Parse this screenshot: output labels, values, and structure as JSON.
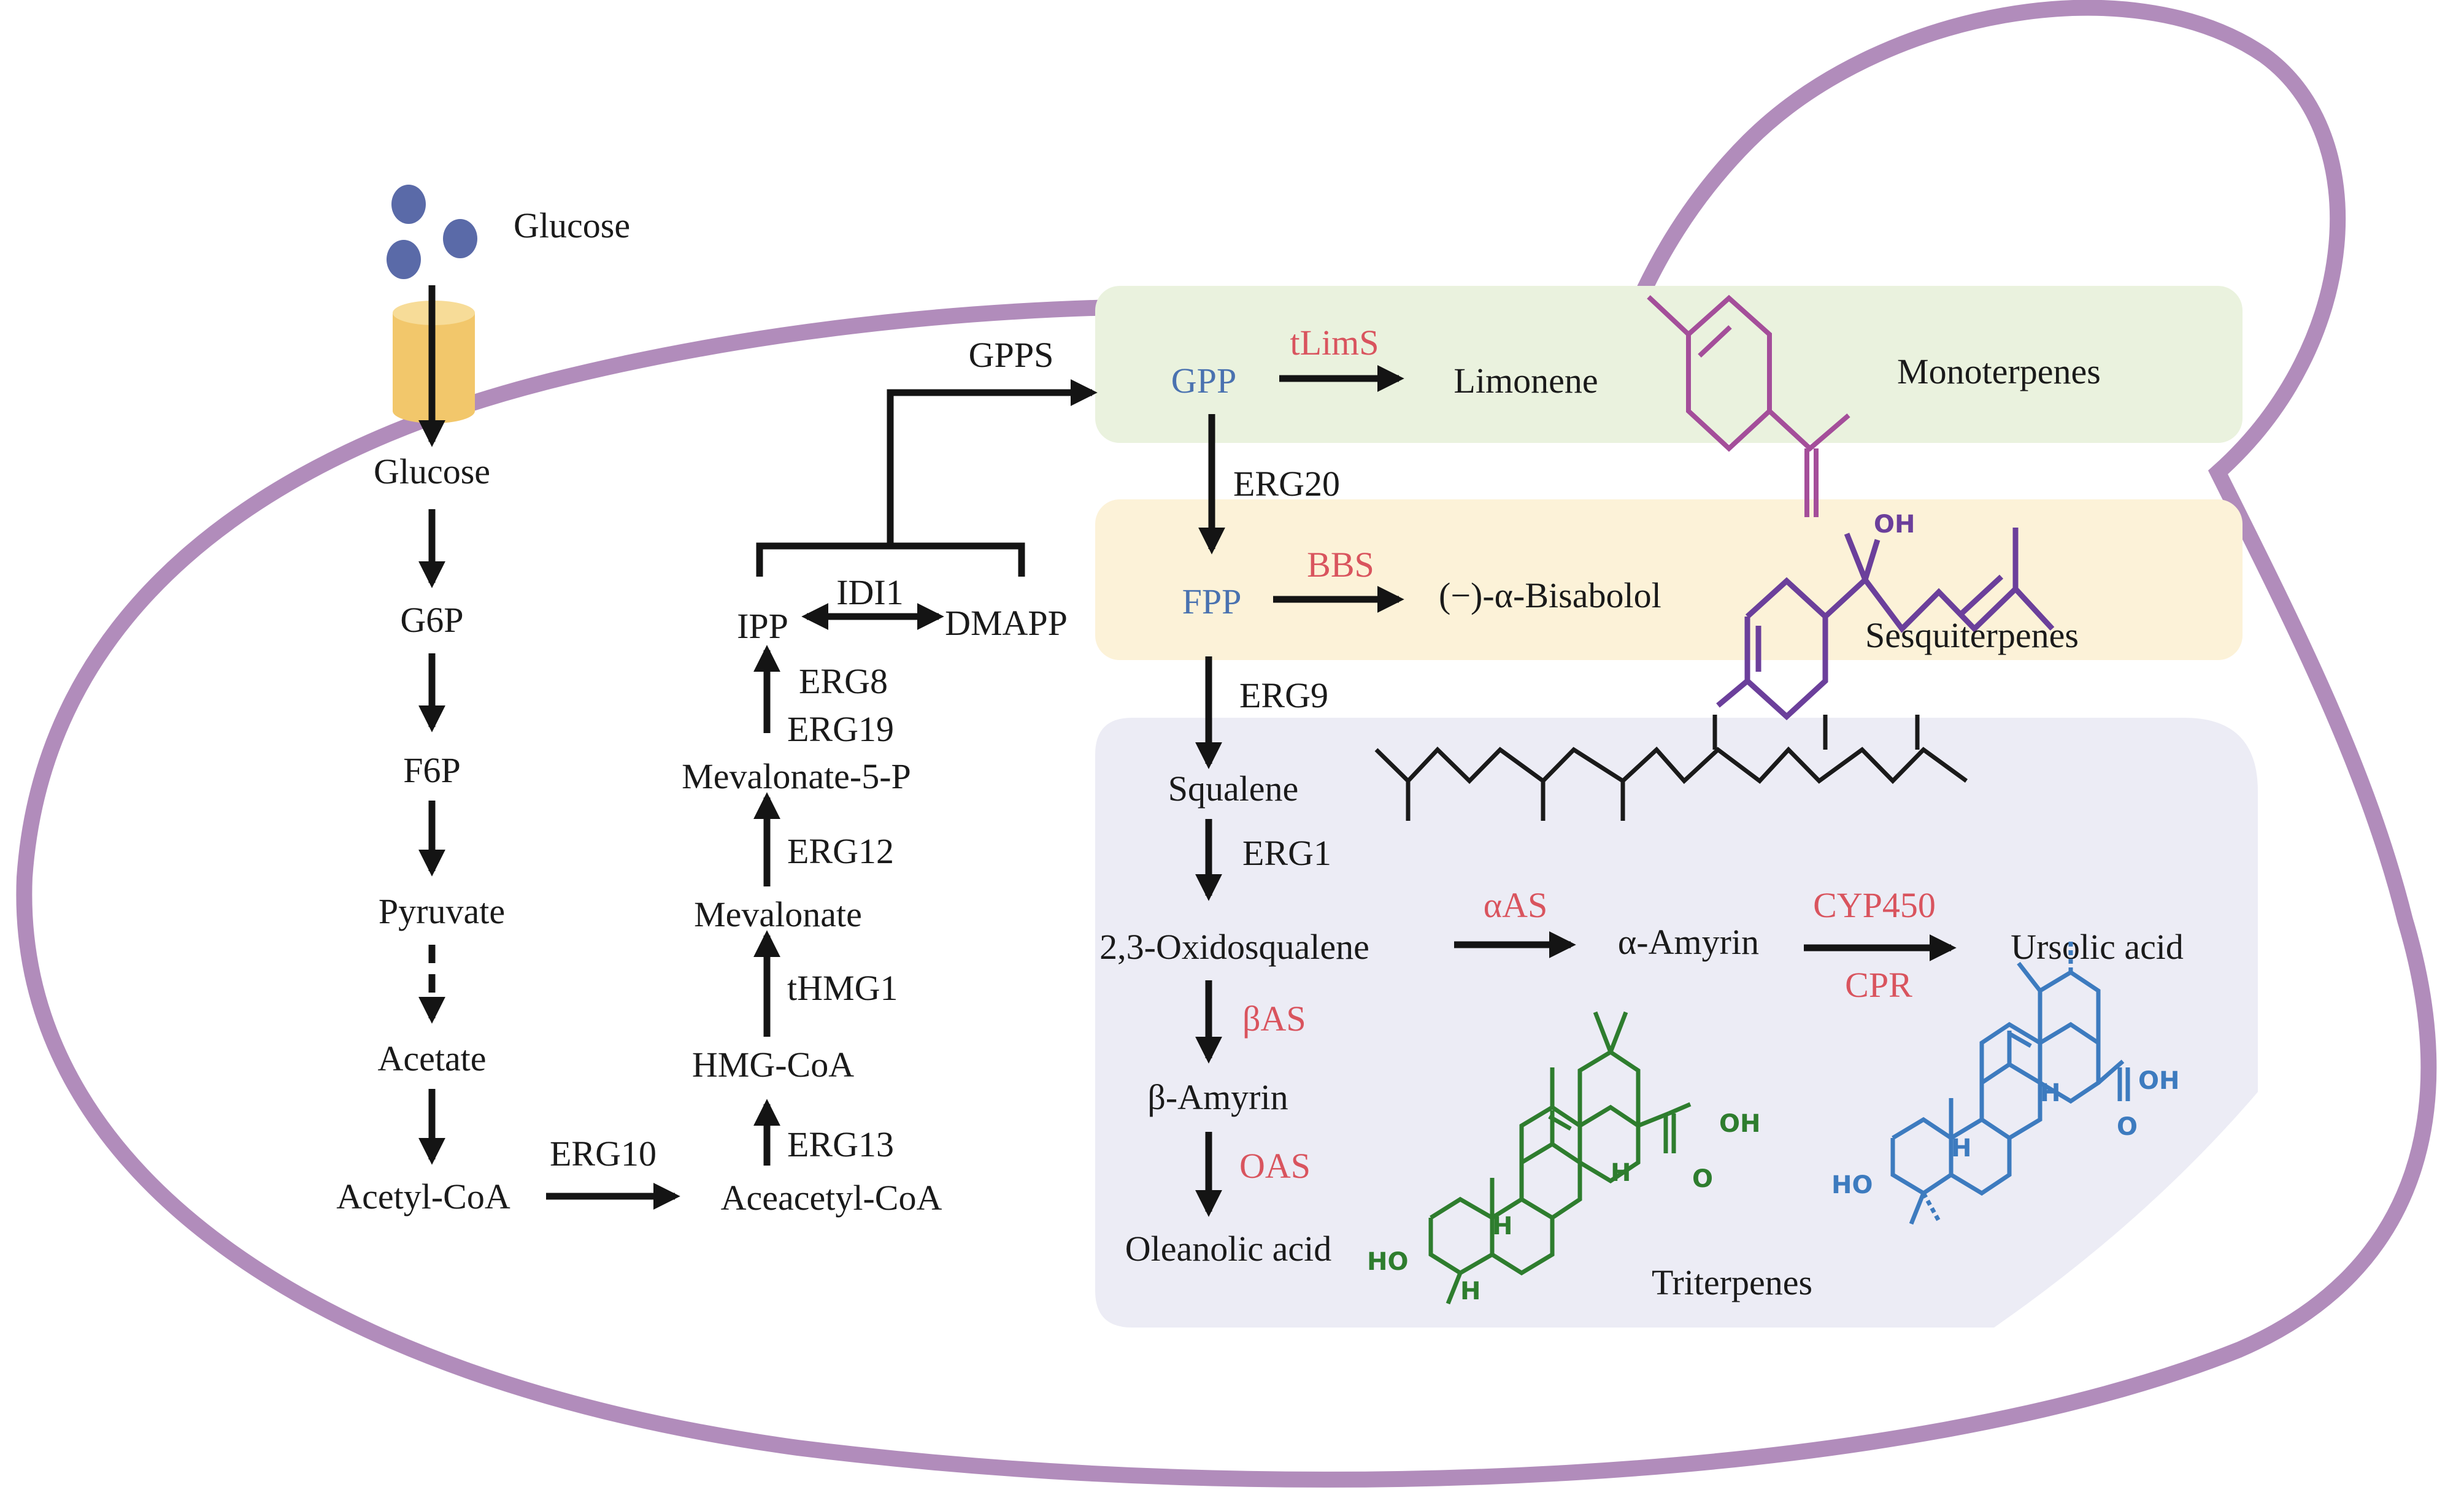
{
  "colors": {
    "membrane": "#b18cbb",
    "glucose_dots": "#5a6aa8",
    "transporter": "#f2c76b",
    "transporter_top": "#f7dc98",
    "mono_box": "#eaf2de",
    "sesqui_box": "#fcf2d8",
    "triterp_box": "#ececf5",
    "enzyme_highlight": "#d9545e",
    "intermediate_highlight": "#4a72b0",
    "limonene_structure": "#a44e9a",
    "bisabolol_structure": "#6b3f9b",
    "oleanolic_structure": "#2e7d2e",
    "ursolic_structure": "#3d7bbf"
  },
  "glycolysis": {
    "glucose_outside": "Glucose",
    "glucose_inside": "Glucose",
    "g6p": "G6P",
    "f6p": "F6P",
    "pyruvate": "Pyruvate",
    "acetate": "Acetate",
    "acetyl_coa": "Acetyl-CoA"
  },
  "mva_pathway": {
    "erg10": "ERG10",
    "aceacetyl_coa": "Aceacetyl-CoA",
    "erg13": "ERG13",
    "hmg_coa": "HMG-CoA",
    "thmg1": "tHMG1",
    "mevalonate": "Mevalonate",
    "erg12": "ERG12",
    "mevalonate_5p": "Mevalonate-5-P",
    "erg19": "ERG19",
    "erg8": "ERG8",
    "ipp": "IPP",
    "idi1": "IDI1",
    "dmapp": "DMAPP",
    "gpps": "GPPS"
  },
  "monoterpenes": {
    "gpp": "GPP",
    "enzyme": "tLimS",
    "product": "Limonene",
    "class": "Monoterpenes",
    "erg20": "ERG20"
  },
  "sesquiterpenes": {
    "fpp": "FPP",
    "enzyme": "BBS",
    "product": "(−)-α-Bisabolol",
    "class": "Sesquiterpenes",
    "oh_label": "OH",
    "erg9": "ERG9"
  },
  "triterpenes": {
    "squalene": "Squalene",
    "erg1": "ERG1",
    "oxidosqualene": "2,3-Oxidosqualene",
    "alpha_as": "αAS",
    "alpha_amyrin": "α-Amyrin",
    "cyp450": "CYP450",
    "cpr": "CPR",
    "ursolic_acid": "Ursolic acid",
    "beta_as": "βAS",
    "beta_amyrin": "β-Amyrin",
    "oas": "OAS",
    "oleanolic_acid": "Oleanolic acid",
    "class": "Triterpenes",
    "oh": "OH",
    "ho": "HO",
    "h": "H",
    "o": "O"
  }
}
